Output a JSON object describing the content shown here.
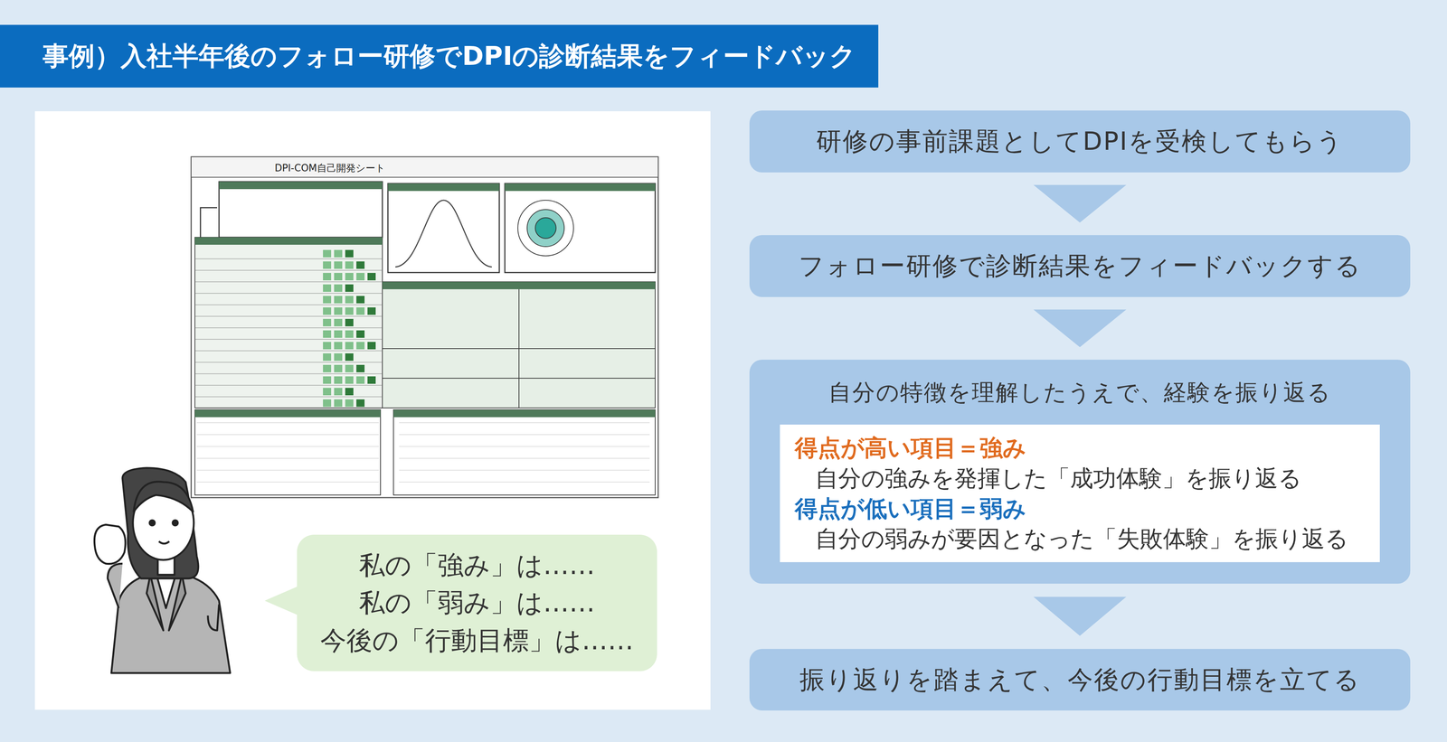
{
  "diagram": {
    "title": "事例）入社半年後のフォロー研修でDPIの診断結果をフィードバック",
    "nodes": [
      {
        "text": [
          "研修の事前課題としてDPIを受検してもらう"
        ]
      },
      {
        "text": [
          "フォロー研修で診断結果をフィードバックする"
        ]
      },
      {
        "text": [
          "自分の特徴を理解したうえで、経験を振り返る"
        ]
      },
      {
        "text": [
          "得点が高い項目＝強み",
          "自分の強みを発揮した「成功体験」を振り返る",
          "得点が低い項目＝弱み",
          "自分の弱みが要因となった「失敗体験」を振り返る"
        ],
        "in": 2
      },
      {
        "text": [
          "振り返りを踏まえて、今後の行動目標を立てる"
        ]
      },
      {
        "text": [
          "私の「強み」は……",
          "私の「弱み」は……",
          "今後の「行動目標」は……"
        ]
      }
    ],
    "edges": [
      {
        "from": 0,
        "to": 1,
        "arrow": "to"
      },
      {
        "from": 1,
        "to": 2,
        "arrow": "to"
      },
      {
        "from": 2,
        "to": 4,
        "arrow": "to"
      }
    ],
    "labels": [
      "DPI-COM自己開発シート"
    ]
  }
}
